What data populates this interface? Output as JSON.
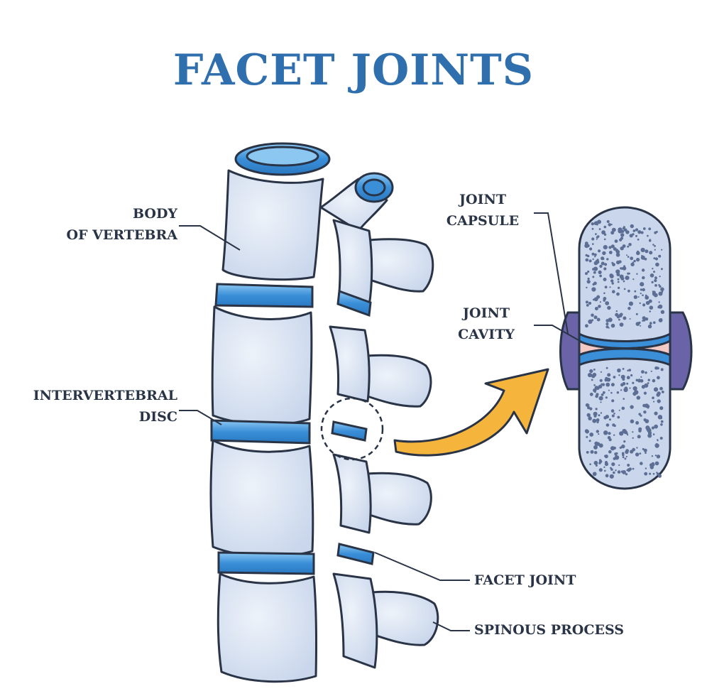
{
  "title": "FACET JOINTS",
  "labels": {
    "body_of_vertebra": [
      "BODY",
      "OF VERTEBRA"
    ],
    "intervertebral_disc": [
      "INTERVERTEBRAL",
      "DISC"
    ],
    "joint_capsule": [
      "JOINT",
      "CAPSULE"
    ],
    "joint_cavity": [
      "JOINT",
      "CAVITY"
    ],
    "facet_joint": "FACET JOINT",
    "spinous_process": "SPINOUS PROCESS"
  },
  "colors": {
    "title": "#2f6fae",
    "bone": "#dde6f3",
    "bone_shade": "#c7d4ea",
    "disc": "#3a8fd8",
    "disc_light": "#7fbcef",
    "outline": "#2a3447",
    "capsule": "#6b63a8",
    "cavity": "#f2c9c4",
    "cancellous_dots": "#5c6e93",
    "arrow": "#f5b53d"
  }
}
